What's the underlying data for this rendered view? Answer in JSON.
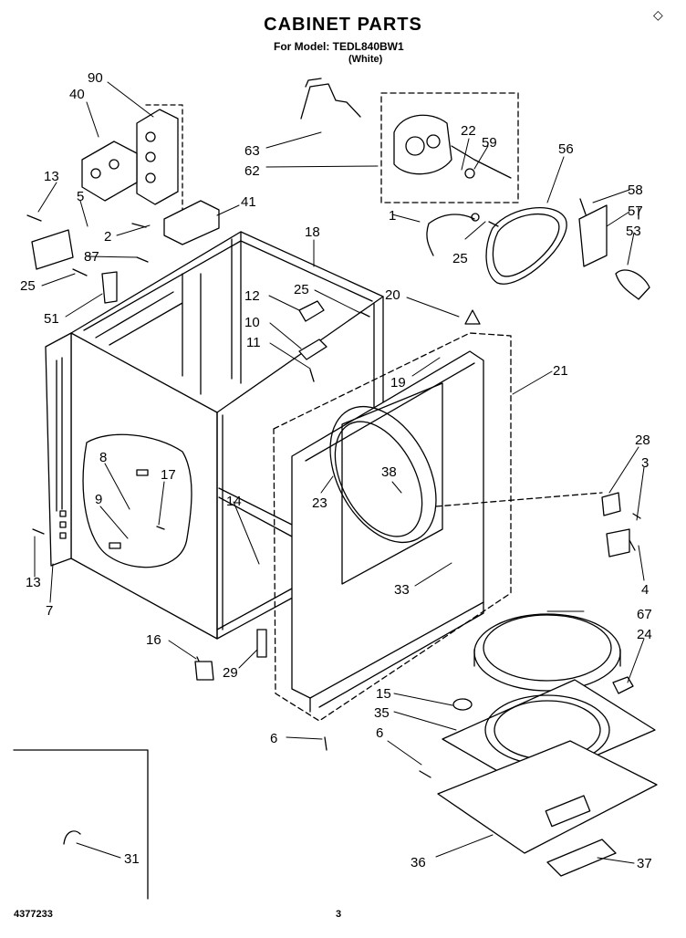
{
  "header": {
    "title": "CABINET PARTS",
    "model_line": "For Model: TEDL840BW1",
    "color_line": "(White)",
    "corner_mark": "◇"
  },
  "footer": {
    "doc_number": "4377233",
    "page_number": "3"
  },
  "part_labels": {
    "p90": "90",
    "p40": "40",
    "p13a": "13",
    "p5": "5",
    "p2": "2",
    "p41": "41",
    "p87": "87",
    "p25a": "25",
    "p51": "51",
    "p63": "63",
    "p62": "62",
    "p22": "22",
    "p59": "59",
    "p56": "56",
    "p1": "1",
    "p25b": "25",
    "p58": "58",
    "p57": "57",
    "p53": "53",
    "p18": "18",
    "p12": "12",
    "p25c": "25",
    "p10": "10",
    "p11": "11",
    "p20": "20",
    "p19": "19",
    "p21": "21",
    "p28": "28",
    "p3": "3",
    "p4": "4",
    "p8": "8",
    "p17": "17",
    "p9": "9",
    "p14": "14",
    "p38": "38",
    "p23": "23",
    "p33": "33",
    "p13b": "13",
    "p7": "7",
    "p67": "67",
    "p24": "24",
    "p16": "16",
    "p29": "29",
    "p15": "15",
    "p35": "35",
    "p6a": "6",
    "p6b": "6",
    "p36": "36",
    "p37": "37",
    "p31": "31"
  }
}
